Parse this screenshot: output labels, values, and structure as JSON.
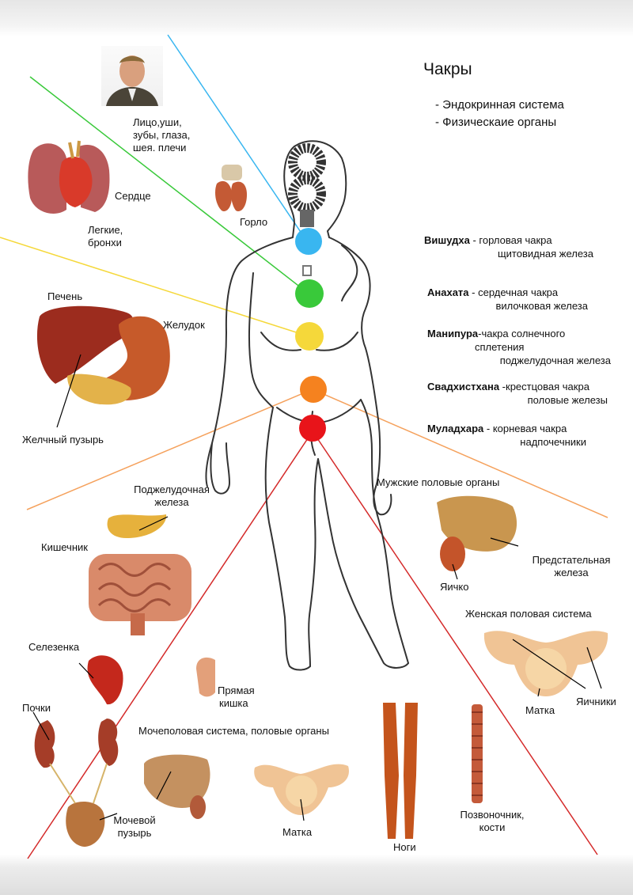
{
  "title": "Чакры",
  "subtitle": [
    "- Эндокринная система",
    "- Физическаие органы"
  ],
  "chakras": [
    {
      "name": "Вишудха",
      "desc": " - горловая чакра",
      "gland": "щитовидная железа",
      "color": "#39b6f0"
    },
    {
      "name": "Анахата",
      "desc": " - сердечная чакра",
      "gland": "вилочковая железа",
      "color": "#39c93a"
    },
    {
      "name": "Манипура",
      "desc": "-чакра солнечного",
      "desc2": "сплетения",
      "gland": "поджелудочная железа",
      "color": "#f5d83a"
    },
    {
      "name": "Свадхистхана",
      "desc": " -крестцовая чакра",
      "gland": "половые железы",
      "color": "#f5821f"
    },
    {
      "name": "Муладхара",
      "desc": " - корневая чакра",
      "gland": "надпочечники",
      "color": "#e8141a"
    }
  ],
  "labels": {
    "face": [
      "Лицо,уши,",
      "зубы, глаза,",
      "шея. плечи"
    ],
    "heart": "Сердце",
    "lungs": [
      "Легкие,",
      "бронхи"
    ],
    "throat": "Горло",
    "liver": "Печень",
    "stomach": "Желудок",
    "gallbladder": "Желчный пузырь",
    "pancreas": [
      "Поджелудочная",
      "железа"
    ],
    "intestine": "Кишечник",
    "spleen": "Селезенка",
    "kidneys": "Почки",
    "bladder": [
      "Мочевой",
      "пузырь"
    ],
    "rectum": [
      "Прямая",
      "кишка"
    ],
    "urogenital": "Мочеполовая система, половые органы",
    "uterus_bottom": "Матка",
    "legs": "Ноги",
    "spine": [
      "Позвоночник,",
      "кости"
    ],
    "male": "Мужские половые органы",
    "testis": "Яичко",
    "prostate": [
      "Предстательная",
      "железа"
    ],
    "female": "Женская половая система",
    "uterus_right": "Матка",
    "ovaries": "Яичники"
  },
  "colors": {
    "cyan": "#39b6f0",
    "green": "#39c93a",
    "yellow": "#f5d83a",
    "orange": "#f5a15c",
    "red": "#d42a2a",
    "organ": "#c4401d",
    "skin": "#b9653a"
  }
}
